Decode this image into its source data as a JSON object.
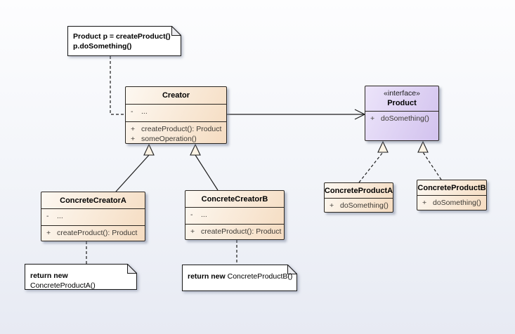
{
  "colors": {
    "background_top": "#fdfdfe",
    "background_bottom": "#e7eaf3",
    "class_fill_light": "#fdf8f1",
    "class_fill_dark": "#f5dcc1",
    "interface_fill_light": "#ece4fa",
    "interface_fill_dark": "#d2c2ee",
    "border": "#2b2722",
    "connector_line": "#1c1c1c",
    "triangle_fill": "#fcf3e4",
    "note_fill": "#ffffff"
  },
  "notes": {
    "top": {
      "lines": [
        "Product p = createProduct()",
        "p.doSomething()"
      ]
    },
    "bottom_a": {
      "bold": "return new",
      "rest": " ConcreteProductA()"
    },
    "bottom_b": {
      "bold": "return new",
      "rest": " ConcreteProductB()"
    }
  },
  "classes": {
    "creator": {
      "name": "Creator",
      "attributes": [
        {
          "vis": "-",
          "text": "..."
        }
      ],
      "methods": [
        {
          "vis": "+",
          "text": "createProduct(): Product"
        },
        {
          "vis": "+",
          "text": "someOperation()"
        }
      ]
    },
    "product": {
      "stereotype": "«interface»",
      "name": "Product",
      "methods": [
        {
          "vis": "+",
          "text": "doSomething()"
        }
      ]
    },
    "concrete_creator_a": {
      "name": "ConcreteCreatorA",
      "attributes": [
        {
          "vis": "-",
          "text": "..."
        }
      ],
      "methods": [
        {
          "vis": "+",
          "text": "createProduct(): Product"
        }
      ]
    },
    "concrete_creator_b": {
      "name": "ConcreteCreatorB",
      "attributes": [
        {
          "vis": "-",
          "text": "..."
        }
      ],
      "methods": [
        {
          "vis": "+",
          "text": "createProduct(): Product"
        }
      ]
    },
    "concrete_product_a": {
      "name": "ConcreteProductA",
      "methods": [
        {
          "vis": "+",
          "text": "doSomething()"
        }
      ]
    },
    "concrete_product_b": {
      "name": "ConcreteProductB",
      "methods": [
        {
          "vis": "+",
          "text": "doSomething()"
        }
      ]
    }
  }
}
